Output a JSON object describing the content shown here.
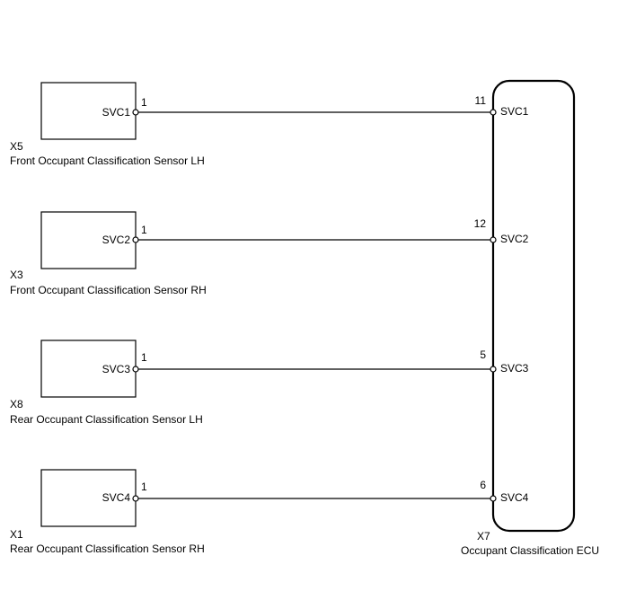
{
  "sensors": [
    {
      "id": "X5",
      "name": "Front Occupant Classification Sensor LH",
      "terminal": "SVC1",
      "pin": "1"
    },
    {
      "id": "X3",
      "name": "Front Occupant Classification Sensor RH",
      "terminal": "SVC2",
      "pin": "1"
    },
    {
      "id": "X8",
      "name": "Rear Occupant Classification Sensor LH",
      "terminal": "SVC3",
      "pin": "1"
    },
    {
      "id": "X1",
      "name": "Rear Occupant Classification Sensor RH",
      "terminal": "SVC4",
      "pin": "1"
    }
  ],
  "ecu": {
    "id": "X7",
    "name": "Occupant Classification ECU",
    "terminals": [
      {
        "label": "SVC1",
        "pin": "11"
      },
      {
        "label": "SVC2",
        "pin": "12"
      },
      {
        "label": "SVC3",
        "pin": "5"
      },
      {
        "label": "SVC4",
        "pin": "6"
      }
    ]
  }
}
